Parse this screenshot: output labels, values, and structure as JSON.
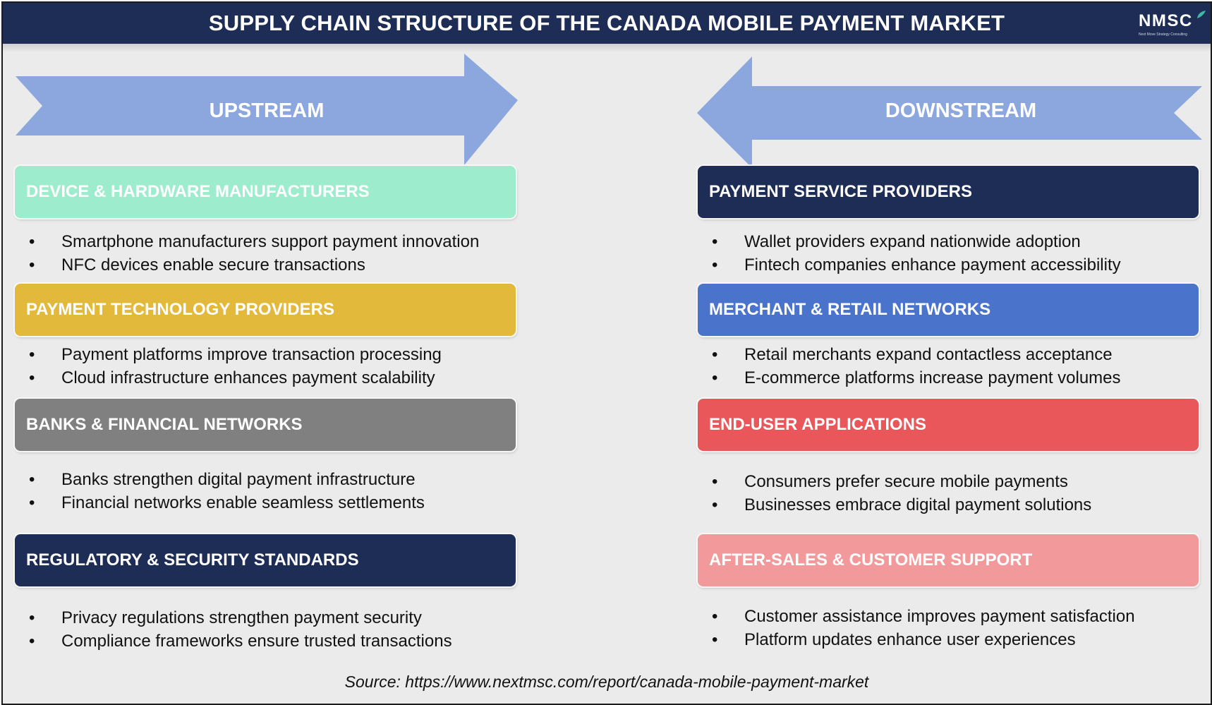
{
  "header": {
    "title": "SUPPLY CHAIN STRUCTURE OF THE CANADA MOBILE PAYMENT MARKET",
    "logo": {
      "name": "NMSC",
      "tagline": "Next Move Strategy Consulting"
    }
  },
  "upstream": {
    "arrow_label": "UPSTREAM",
    "arrow_color": "#8ba7de",
    "categories": [
      {
        "title": "DEVICE & HARDWARE MANUFACTURERS",
        "color": "#9deccd",
        "bullets": [
          "Smartphone manufacturers support payment innovation",
          "NFC devices enable secure transactions"
        ]
      },
      {
        "title": "PAYMENT TECHNOLOGY PROVIDERS",
        "color": "#e2b93b",
        "bullets": [
          "Payment platforms improve transaction processing",
          "Cloud infrastructure enhances payment scalability"
        ]
      },
      {
        "title": "BANKS & FINANCIAL NETWORKS",
        "color": "#808080",
        "bullets": [
          "Banks strengthen digital payment infrastructure",
          "Financial networks enable seamless settlements"
        ]
      },
      {
        "title": "REGULATORY & SECURITY STANDARDS",
        "color": "#1e2d56",
        "bullets": [
          "Privacy regulations strengthen payment security",
          "Compliance frameworks ensure trusted transactions"
        ]
      }
    ]
  },
  "downstream": {
    "arrow_label": "DOWNSTREAM",
    "arrow_color": "#8ba7de",
    "categories": [
      {
        "title": "PAYMENT SERVICE PROVIDERS",
        "color": "#1e2d56",
        "bullets": [
          "Wallet providers expand nationwide adoption",
          "Fintech companies enhance payment accessibility"
        ]
      },
      {
        "title": "MERCHANT & RETAIL NETWORKS",
        "color": "#4a73cc",
        "bullets": [
          "Retail merchants expand contactless acceptance",
          "E-commerce platforms increase payment volumes"
        ]
      },
      {
        "title": "END-USER APPLICATIONS",
        "color": "#e9575b",
        "bullets": [
          "Consumers prefer secure mobile payments",
          "Businesses embrace digital payment solutions"
        ]
      },
      {
        "title": "AFTER-SALES & CUSTOMER SUPPORT",
        "color": "#f29a9b",
        "bullets": [
          "Customer assistance improves payment satisfaction",
          "Platform updates enhance user experiences"
        ]
      }
    ]
  },
  "bullet_symbol": "•",
  "source": "Source: https://www.nextmsc.com/report/canada-mobile-payment-market",
  "colors": {
    "header_bg": "#1e2d56",
    "panel_bg": "#ebebeb"
  }
}
